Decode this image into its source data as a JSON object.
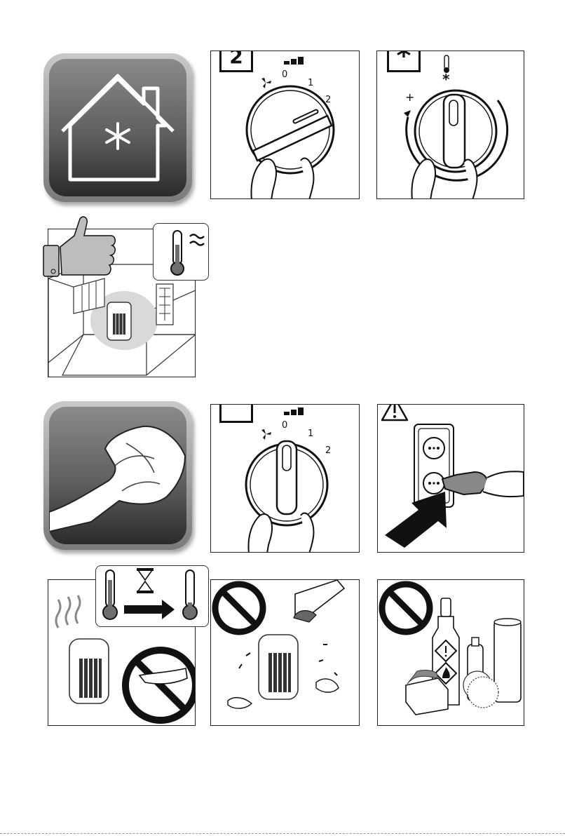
{
  "panels": {
    "knob_mode2": {
      "tab_label": "2",
      "positions": [
        "0",
        "1",
        "2"
      ]
    },
    "knob_frost": {
      "tab_symbol": "*",
      "plus_label": "+",
      "frost_symbol": "*"
    },
    "knob_off": {
      "tab_label": "",
      "positions": [
        "0",
        "1",
        "2"
      ]
    }
  },
  "icons": {
    "house_frost": "frost-snowflake-icon",
    "room_thumbs_up": "thumbs-up-icon",
    "thermometer": "thermometer-icon",
    "cleaning_cloth": "cleaning-cloth-icon",
    "warning": "warning-triangle-icon",
    "prohibited": "no-entry-icon",
    "hourglass": "hourglass-icon"
  },
  "colors": {
    "tile_gray": "#6e6e6e",
    "ink": "#111111",
    "room_glow": "#d9d9d9"
  }
}
